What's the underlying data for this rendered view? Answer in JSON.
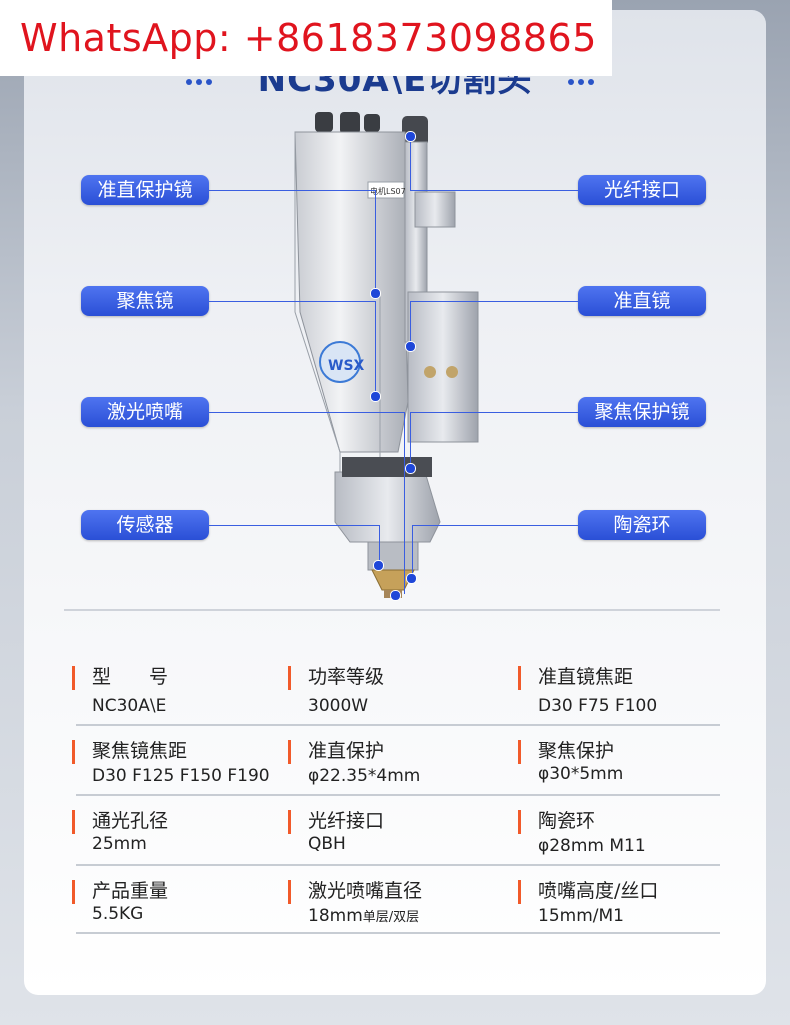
{
  "watermark": "WhatsApp: +8618373098865",
  "title": "NC30A\\E切割头",
  "product": {
    "brand_logo_text": "WSX",
    "body_tag": "电机LS07"
  },
  "callouts": {
    "left": [
      "准直保护镜",
      "聚焦镜",
      "激光喷嘴",
      "传感器"
    ],
    "right": [
      "光纤接口",
      "准直镜",
      "聚焦保护镜",
      "陶瓷环"
    ]
  },
  "specs": [
    {
      "key": "型　　号",
      "value": "NC30A\\E"
    },
    {
      "key": "功率等级",
      "value": "3000W"
    },
    {
      "key": "准直镜焦距",
      "value": "D30 F75 F100"
    },
    {
      "key": "聚焦镜焦距",
      "value": "D30 F125 F150 F190"
    },
    {
      "key": "准直保护",
      "value": "φ22.35*4mm"
    },
    {
      "key": "聚焦保护",
      "value": "φ30*5mm"
    },
    {
      "key": "通光孔径",
      "value": "25mm"
    },
    {
      "key": "光纤接口",
      "value": "QBH"
    },
    {
      "key": "陶瓷环",
      "value": "φ28mm M11"
    },
    {
      "key": "产品重量",
      "value": "5.5KG"
    },
    {
      "key": "激光喷嘴直径",
      "value": "18mm",
      "value_suffix": "单层/双层"
    },
    {
      "key": "喷嘴高度/丝口",
      "value": "15mm/M1"
    }
  ],
  "colors": {
    "accent": "#2a4fd6",
    "title": "#1b3b8f",
    "bullet": "#f15a2a",
    "watermark": "#e0141e"
  }
}
